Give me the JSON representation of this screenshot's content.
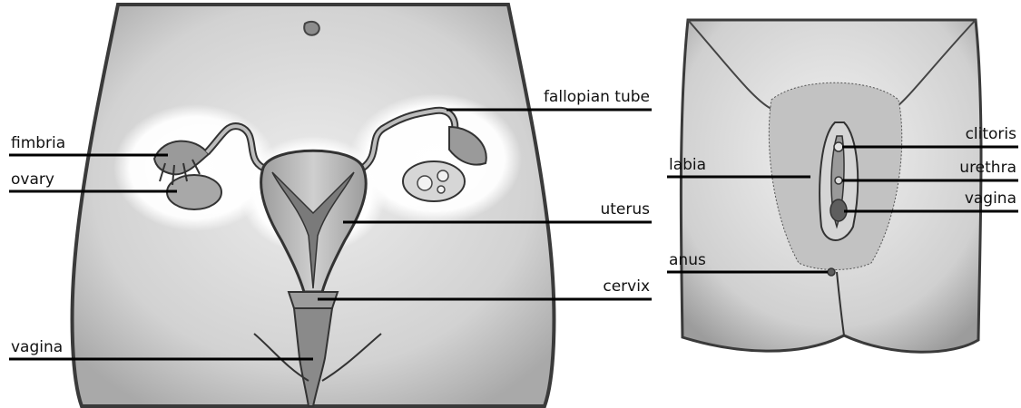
{
  "left_diagram": {
    "labels": {
      "fimbria": "fimbria",
      "ovary": "ovary",
      "vagina": "vagina",
      "fallopian_tube": "fallopian tube",
      "uterus": "uterus",
      "cervix": "cervix"
    }
  },
  "right_diagram": {
    "labels": {
      "labia": "labia",
      "anus": "anus",
      "clitoris": "clitoris",
      "urethra": "urethra",
      "vagina": "vagina"
    }
  },
  "colors": {
    "line": "#000000",
    "text": "#111111",
    "skin_light": "#e6e6e6",
    "skin_mid": "#bdbdbd",
    "skin_dark": "#8a8a8a",
    "organ": "#b0b0b0"
  }
}
